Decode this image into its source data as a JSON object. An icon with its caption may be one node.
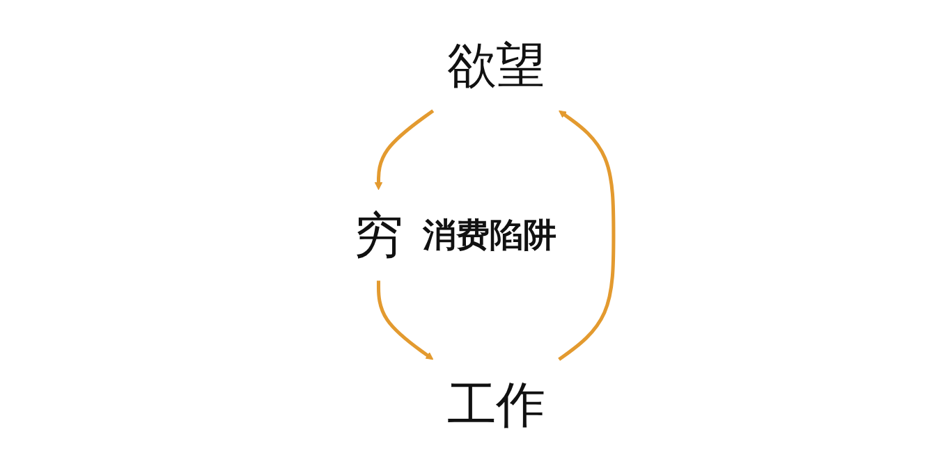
{
  "diagram": {
    "nodes": [
      {
        "text": [
          "欲望"
        ]
      },
      {
        "text": [
          "穷"
        ]
      },
      {
        "text": [
          "工作"
        ]
      }
    ],
    "edges": [
      {
        "from": 0,
        "to": 1,
        "arrow": "to"
      },
      {
        "from": 1,
        "to": 2,
        "arrow": "to"
      },
      {
        "from": 2,
        "to": 0,
        "arrow": "to"
      }
    ],
    "labels": [
      "消费陷阱"
    ]
  }
}
